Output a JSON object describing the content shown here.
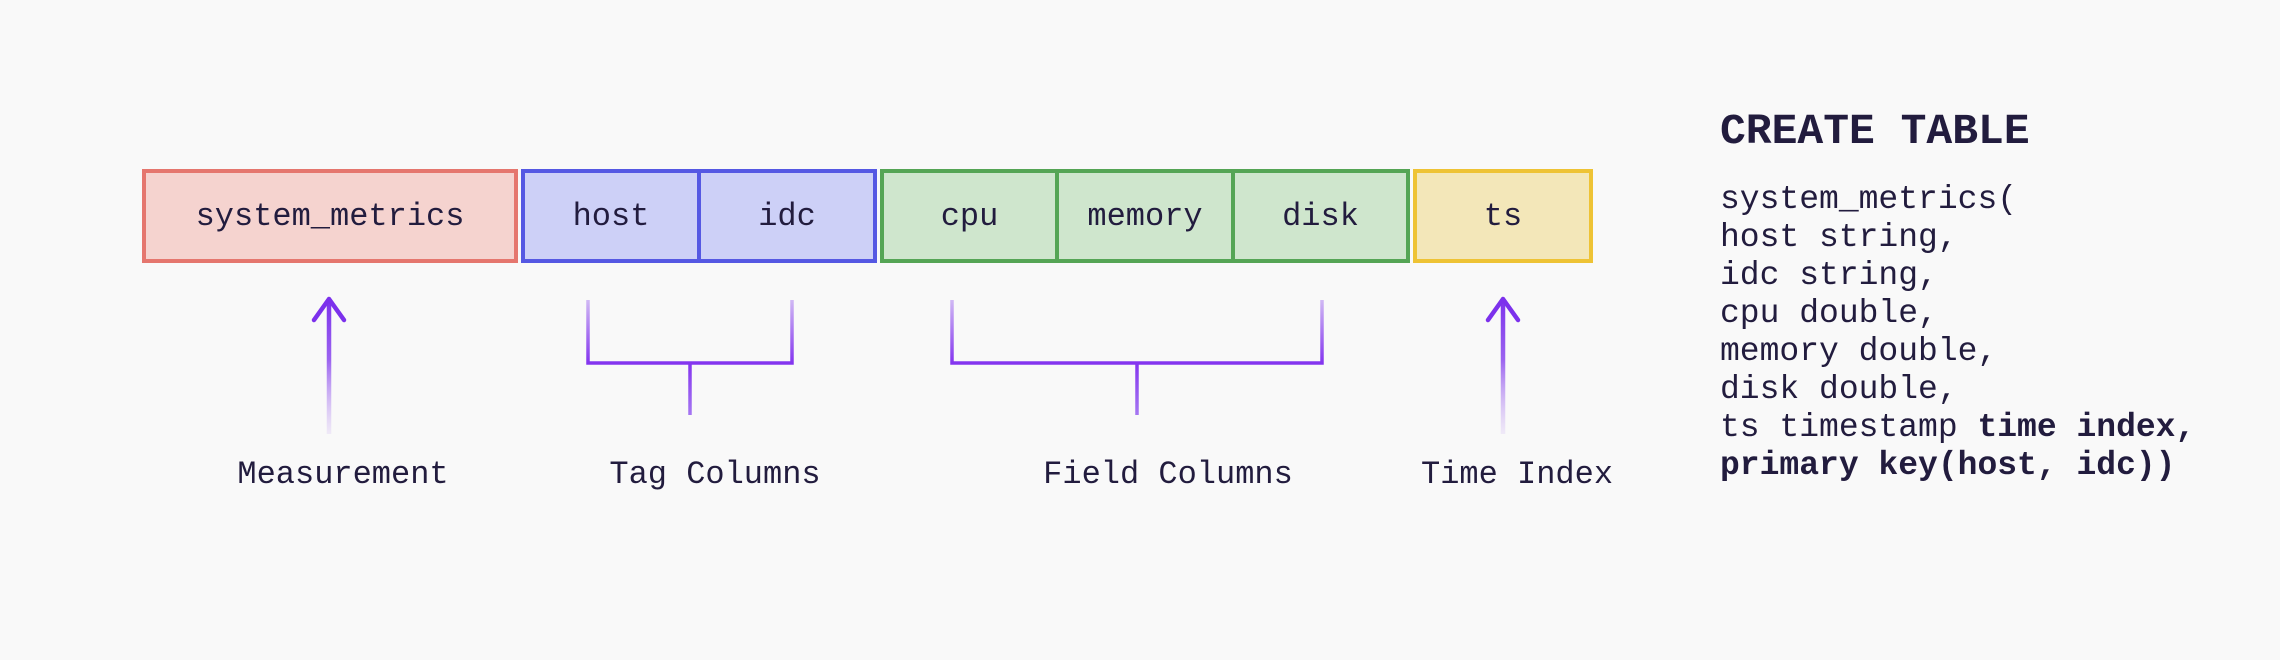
{
  "palette": {
    "background": "#f9f9f9",
    "ink": "#221c3e",
    "connector_purple": "#8435ef",
    "connector_light": "#d3bdf4",
    "measurement_fill": "#f5d3cf",
    "measurement_border": "#e5766e",
    "tag_fill": "#cdd0f7",
    "tag_border": "#5558e3",
    "field_fill": "#cfe6cd",
    "field_border": "#55a555",
    "time_fill": "#f3e7b9",
    "time_border": "#eec335"
  },
  "table": {
    "measurement": {
      "label": "system_metrics"
    },
    "tags": {
      "columns": [
        "host",
        "idc"
      ]
    },
    "fields": {
      "columns": [
        "cpu",
        "memory",
        "disk"
      ]
    },
    "time": {
      "label": "ts"
    }
  },
  "annotations": {
    "measurement": "Measurement",
    "tags": "Tag Columns",
    "fields": "Field Columns",
    "time": "Time Index"
  },
  "code": {
    "title": "CREATE TABLE",
    "lines": [
      {
        "normal": "system_metrics(",
        "bold": ""
      },
      {
        "normal": "host string,",
        "bold": ""
      },
      {
        "normal": "idc string,",
        "bold": ""
      },
      {
        "normal": "cpu double,",
        "bold": ""
      },
      {
        "normal": "memory double,",
        "bold": ""
      },
      {
        "normal": "disk double,",
        "bold": ""
      },
      {
        "normal": "ts timestamp ",
        "bold": "time index,"
      },
      {
        "normal": "",
        "bold": "primary key(host, idc))"
      }
    ]
  }
}
